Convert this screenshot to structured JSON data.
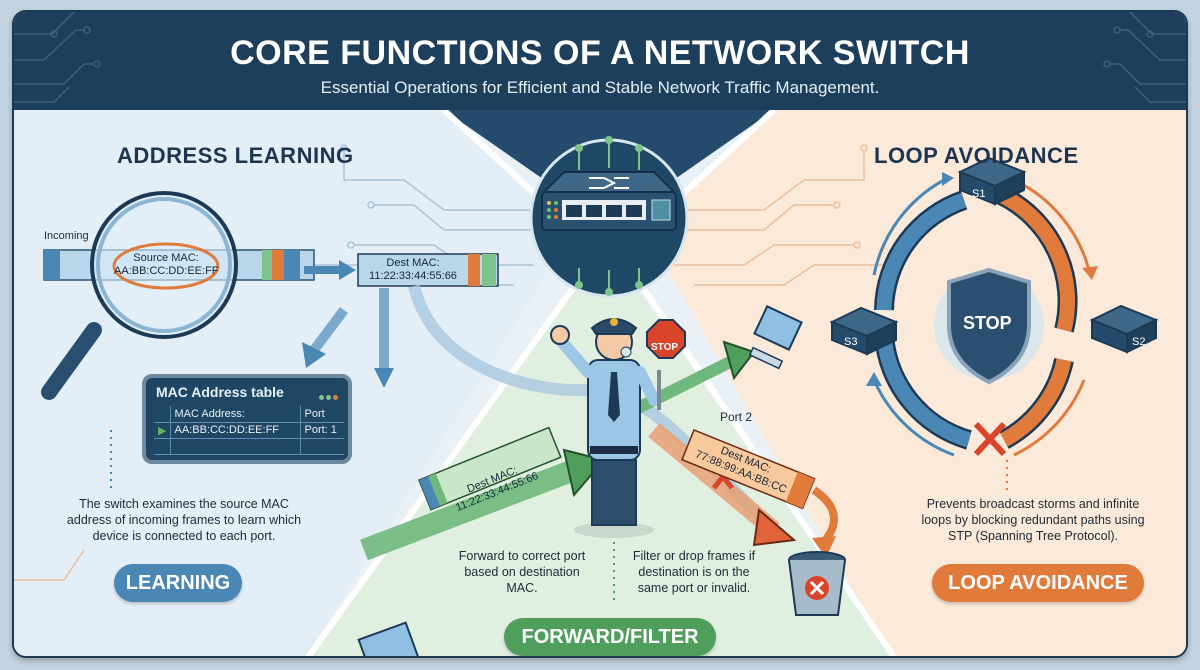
{
  "header": {
    "title": "CORE FUNCTIONS OF A NETWORK SWITCH",
    "subtitle": "Essential Operations for Efficient and Stable Network Traffic Management."
  },
  "colors": {
    "header_bg": "#1e3f5c",
    "learning_accent": "#4a87b5",
    "forward_accent": "#4f9e5c",
    "loop_accent": "#e07b3c",
    "learning_bg": "#e3eef7",
    "forward_bg": "#e1efe1",
    "loop_bg": "#fbe9da"
  },
  "learning": {
    "title": "ADDRESS LEARNING",
    "incoming_label": "Incoming",
    "source_mac_label": "Source MAC:",
    "source_mac_value": "AA:BB:CC:DD:EE:FF",
    "dest_mac_label": "Dest MAC:",
    "dest_mac_value": "11:22:33:44:55:66",
    "table": {
      "title": "MAC Address table",
      "headers": [
        "MAC Address:",
        "Port"
      ],
      "rows": [
        [
          "AA:BB:CC:DD:EE:FF",
          "Port: 1"
        ]
      ]
    },
    "description": "The switch examines the source MAC address of incoming frames to learn which device is connected to each port.",
    "badge": "LEARNING"
  },
  "forward": {
    "stop_sign": "STOP",
    "forward_frame_label": "Dest MAC:",
    "forward_frame_value": "11:22:33:44:55:66",
    "port_label": "Port 2",
    "filter_frame_label": "Dest MAC:",
    "filter_frame_value": "77:88:99:AA:BB:CC",
    "forward_description": "Forward to correct port based on destination MAC.",
    "filter_description": "Filter or drop frames if destination is on the same port or invalid.",
    "badge": "FORWARD/FILTER"
  },
  "loop": {
    "title": "LOOP AVOIDANCE",
    "switches": [
      "S1",
      "S2",
      "S3"
    ],
    "shield_text": "STOP",
    "description": "Prevents broadcast storms and infinite loops by blocking redundant paths using STP (Spanning Tree Protocol).",
    "badge": "LOOP AVOIDANCE"
  }
}
